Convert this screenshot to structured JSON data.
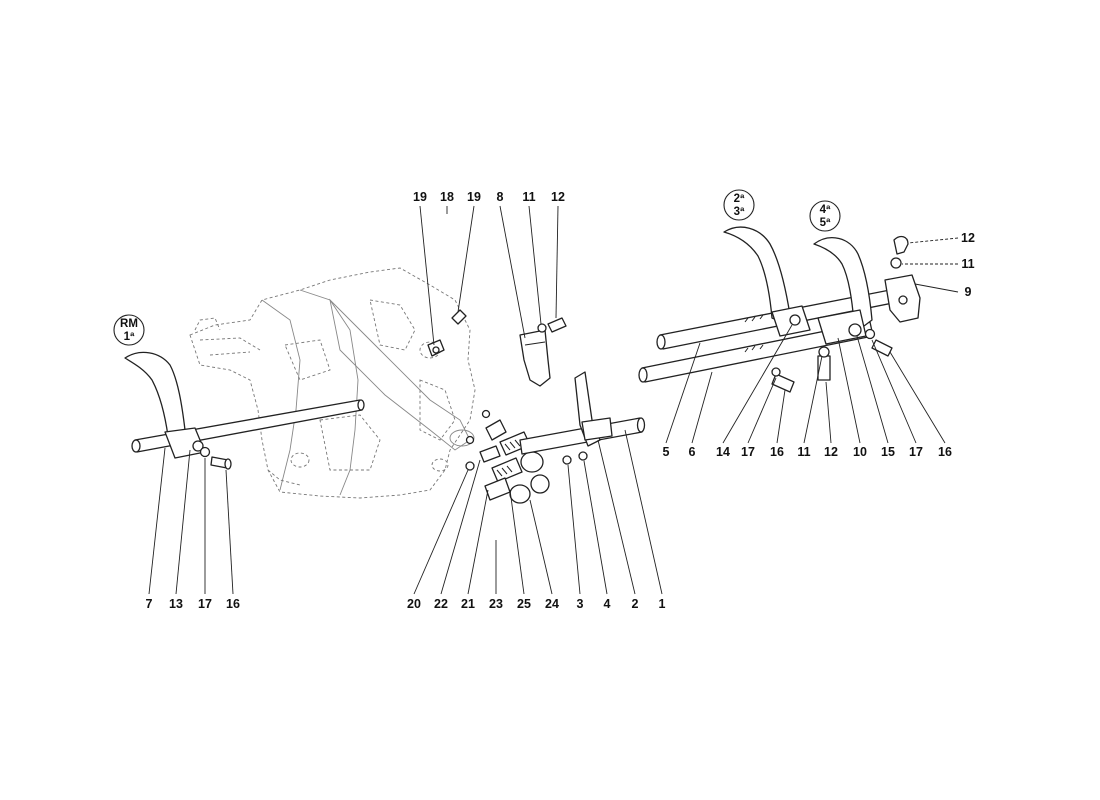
{
  "gear_labels": {
    "reverse_first": {
      "line1": "RM",
      "line2": "1ª"
    },
    "second_third": {
      "line1": "2ª",
      "line2": "3ª"
    },
    "fourth_fifth": {
      "line1": "4ª",
      "line2": "5ª"
    }
  },
  "callouts_bottom": [
    "7",
    "13",
    "17",
    "16",
    "20",
    "22",
    "21",
    "23",
    "25",
    "24",
    "3",
    "4",
    "2",
    "1",
    "5",
    "6",
    "14",
    "17",
    "16",
    "11",
    "12",
    "10",
    "15",
    "17",
    "16"
  ],
  "callouts_top": [
    "19",
    "18",
    "19",
    "8",
    "11",
    "12"
  ],
  "callouts_right": [
    "12",
    "11",
    "9"
  ]
}
